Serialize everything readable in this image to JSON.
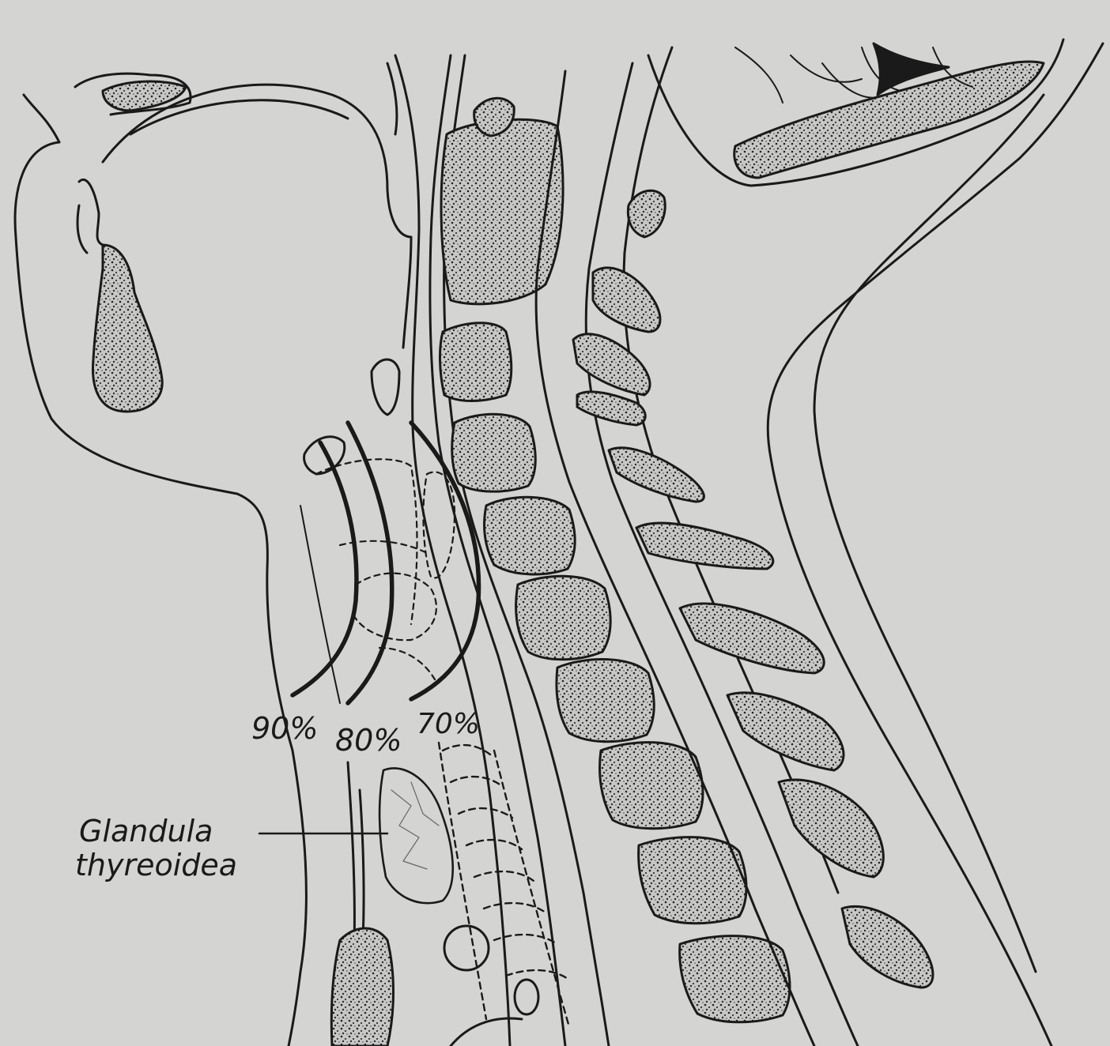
{
  "labels": {
    "pct_90": "90%",
    "pct_80": "80%",
    "pct_70": "70%",
    "gland_line1": "Glandula",
    "gland_line2": "thyreoidea"
  },
  "colors": {
    "paper": "#d4d4d2",
    "ink": "#1a1a1a",
    "bone_fill": "#c9c9c7"
  }
}
